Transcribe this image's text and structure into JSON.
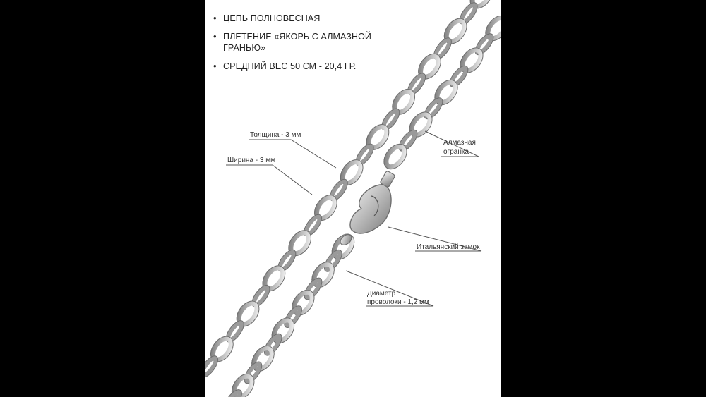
{
  "features": [
    {
      "bullet": "•",
      "text": "ЦЕПЬ ПОЛНОВЕСНАЯ"
    },
    {
      "bullet": "•",
      "text": "ПЛЕТЕНИЕ «ЯКОРЬ С АЛМАЗНОЙ ГРАНЬЮ»"
    },
    {
      "bullet": "•",
      "text": "СРЕДНИЙ ВЕС 50 СМ - 20,4 ГР."
    }
  ],
  "callouts": {
    "thickness": "Толщина - 3 мм",
    "width": "Ширина - 3 мм",
    "diamond_cut_line1": "Алмазная",
    "diamond_cut_line2": "огранка",
    "clasp": "Итальянский замок",
    "wire_line1": "Диаметр",
    "wire_line2": "проволоки - 1,2 мм"
  },
  "colors": {
    "page_bg": "#000000",
    "panel_bg": "#ffffff",
    "metal": "#bdbdbd",
    "metal_dark": "#6e6e6e"
  }
}
